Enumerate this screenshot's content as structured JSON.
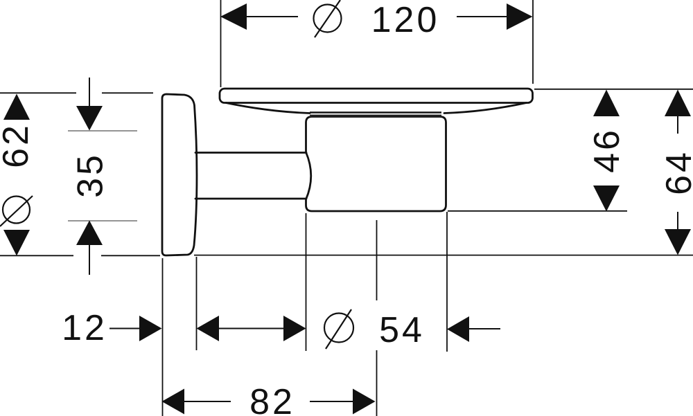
{
  "drawing": {
    "background_color": "#ffffff",
    "line_color": "#111111",
    "thin_line_color": "#555555"
  },
  "dimensions": {
    "dim_120": {
      "label": "Ø 120",
      "value": "120",
      "diameter": true
    },
    "dim_62": {
      "label": "Ø 62",
      "value": "62",
      "diameter": true
    },
    "dim_35": {
      "label": "35",
      "value": "35",
      "diameter": false
    },
    "dim_46": {
      "label": "46",
      "value": "46",
      "diameter": false
    },
    "dim_64": {
      "label": "64",
      "value": "64",
      "diameter": false
    },
    "dim_12": {
      "label": "12",
      "value": "12",
      "diameter": false
    },
    "dim_54": {
      "label": "Ø 54",
      "value": "54",
      "diameter": true
    },
    "dim_82": {
      "label": "82",
      "value": "82",
      "diameter": false
    }
  }
}
